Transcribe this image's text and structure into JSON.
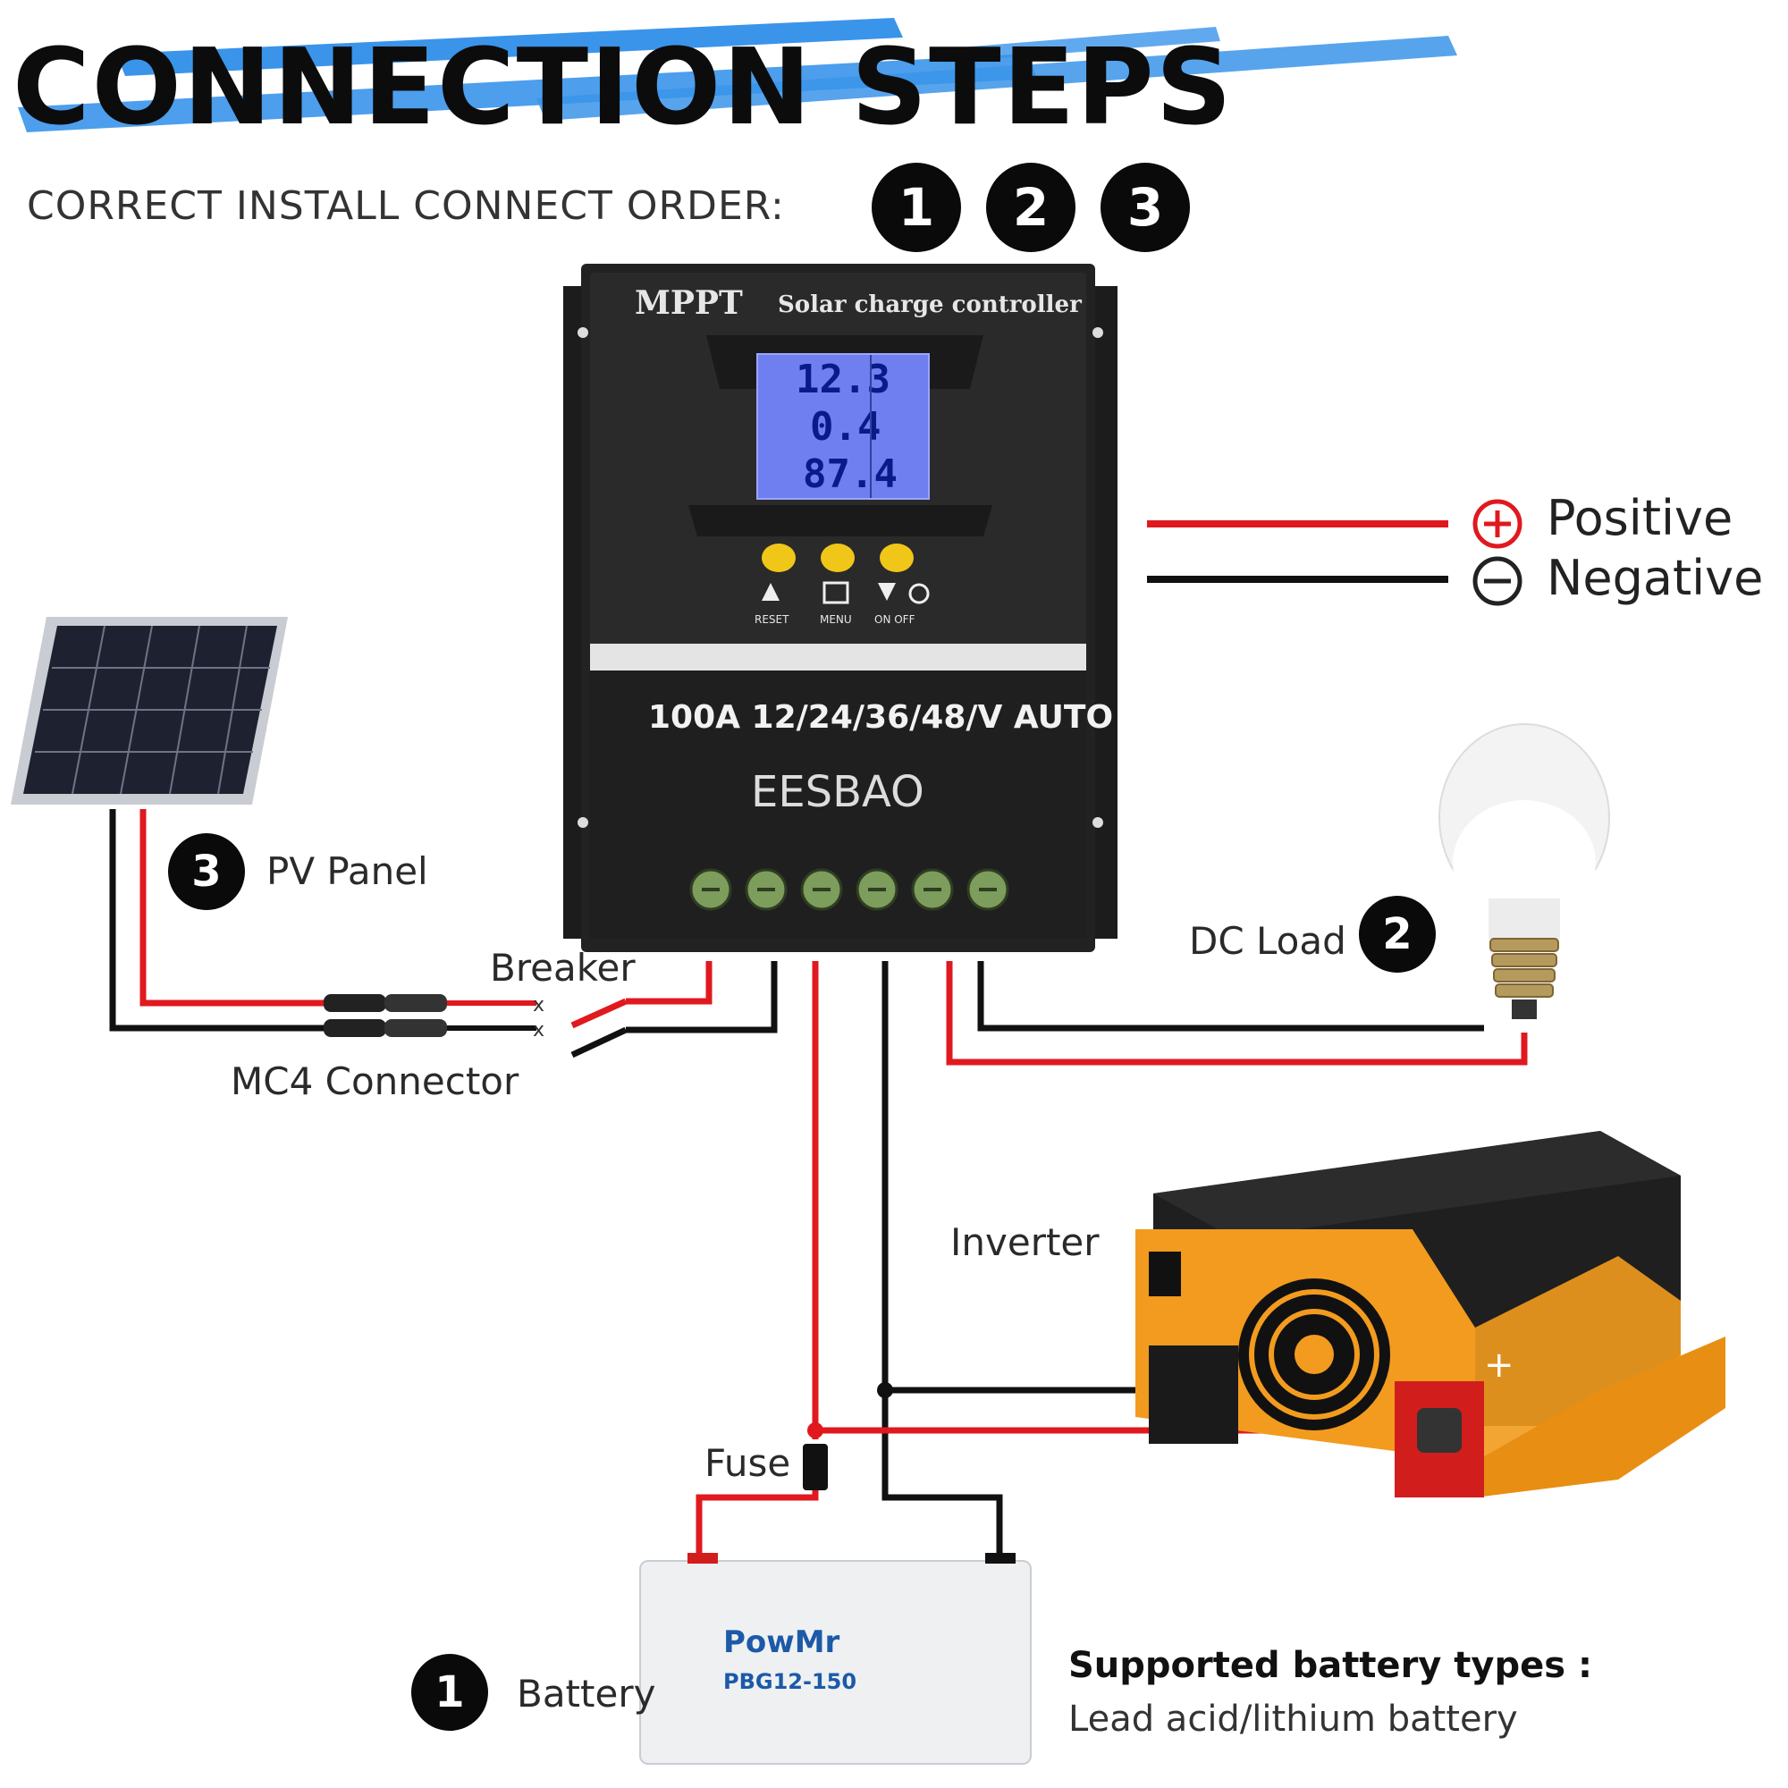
{
  "title": "CONNECTION STEPS",
  "subtitle": "CORRECT INSTALL CONNECT ORDER:",
  "order_badges": [
    "1",
    "2",
    "3"
  ],
  "controller": {
    "mode": "MPPT",
    "name": "Solar charge controller",
    "lcd": {
      "voltage": "12.3",
      "current": "0.4",
      "percent": "87.4"
    },
    "buttons": [
      "RESET",
      "MENU",
      "ON OFF"
    ],
    "rating": "100A 12/24/36/48/V AUTO",
    "brand": "EESBAO"
  },
  "legend": {
    "positive": "Positive",
    "negative": "Negative"
  },
  "components": {
    "pv_panel": {
      "step": "3",
      "label": "PV Panel"
    },
    "mc4": {
      "label": "MC4 Connector"
    },
    "breaker": {
      "label": "Breaker"
    },
    "dc_load": {
      "label": "DC Load",
      "step": "2"
    },
    "inverter": {
      "label": "Inverter"
    },
    "fuse": {
      "label": "Fuse"
    },
    "battery": {
      "step": "1",
      "label": "Battery",
      "brand": "PowMr",
      "model": "PBG12-150"
    }
  },
  "battery_types": {
    "heading": "Supported battery types :",
    "types": "Lead acid/lithium battery"
  },
  "colors": {
    "positive": "#e0191f",
    "negative": "#111111",
    "title_accent": "#2f8fe8",
    "lcd": "#6f7ff0"
  }
}
